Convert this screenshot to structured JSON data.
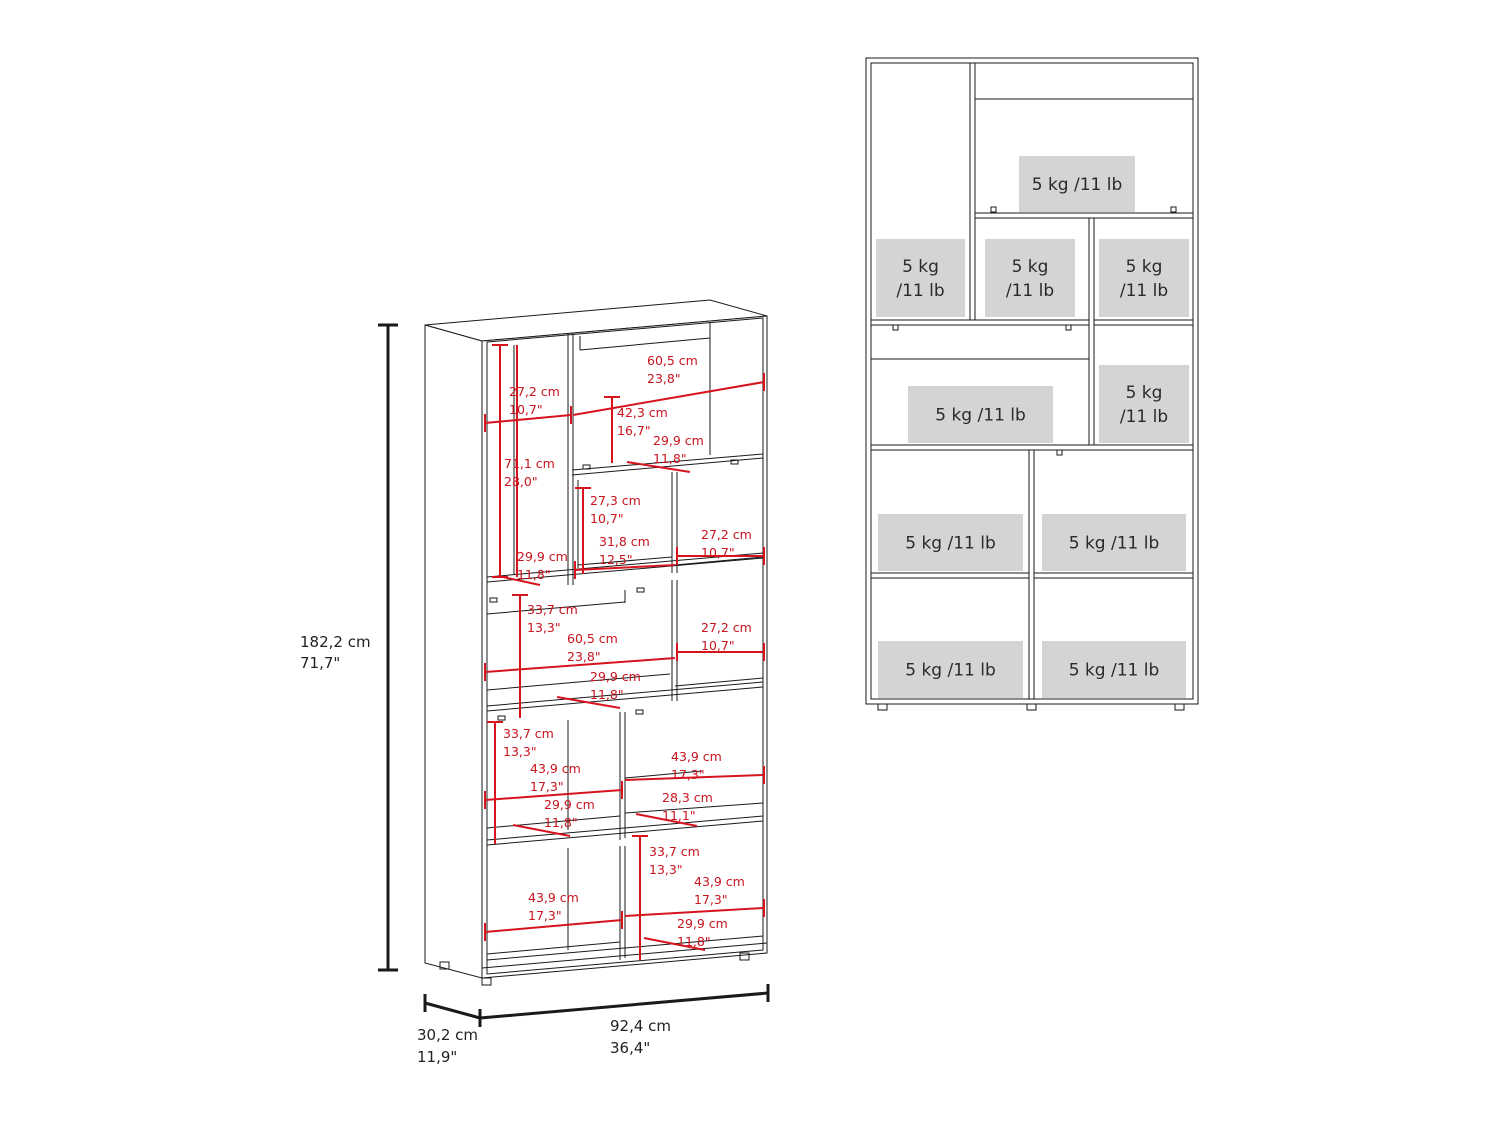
{
  "colors": {
    "line": "#1a1a1a",
    "dimension_red": "#d7141e",
    "load_box": "#d4d4d4"
  },
  "overall": {
    "height": [
      "182,2 cm",
      "71,7\""
    ],
    "width": [
      "92,4 cm",
      "36,4\""
    ],
    "depth": [
      "30,2 cm",
      "11,9\""
    ]
  },
  "internal": [
    [
      "27,2 cm",
      "10,7\""
    ],
    [
      "60,5 cm",
      "23,8\""
    ],
    [
      "42,3 cm",
      "16,7\""
    ],
    [
      "29,9 cm",
      "11,8\""
    ],
    [
      "71,1 cm",
      "28,0\""
    ],
    [
      "27,3 cm",
      "10,7\""
    ],
    [
      "31,8 cm",
      "12,5\""
    ],
    [
      "27,2 cm",
      "10,7\""
    ],
    [
      "29,9 cm",
      "11,8\""
    ],
    [
      "33,7 cm",
      "13,3\""
    ],
    [
      "60,5 cm",
      "23,8\""
    ],
    [
      "27,2 cm",
      "10,7\""
    ],
    [
      "29,9 cm",
      "11,8\""
    ],
    [
      "33,7 cm",
      "13,3\""
    ],
    [
      "43,9 cm",
      "17,3\""
    ],
    [
      "43,9 cm",
      "17,3\""
    ],
    [
      "29,9 cm",
      "11,8\""
    ],
    [
      "28,3 cm",
      "11,1\""
    ],
    [
      "33,7 cm",
      "13,3\""
    ],
    [
      "43,9 cm",
      "17,3\""
    ],
    [
      "43,9 cm",
      "17,3\""
    ],
    [
      "29,9 cm",
      "11,8\""
    ]
  ],
  "loads": [
    [
      "5 kg /11 lb"
    ],
    [
      "5 kg",
      "/11 lb"
    ],
    [
      "5 kg",
      "/11 lb"
    ],
    [
      "5 kg",
      "/11 lb"
    ],
    [
      "5 kg /11 lb"
    ],
    [
      "5 kg",
      "/11 lb"
    ],
    [
      "5 kg /11 lb"
    ],
    [
      "5 kg /11 lb"
    ],
    [
      "5 kg /11 lb"
    ],
    [
      "5 kg /11 lb"
    ]
  ]
}
